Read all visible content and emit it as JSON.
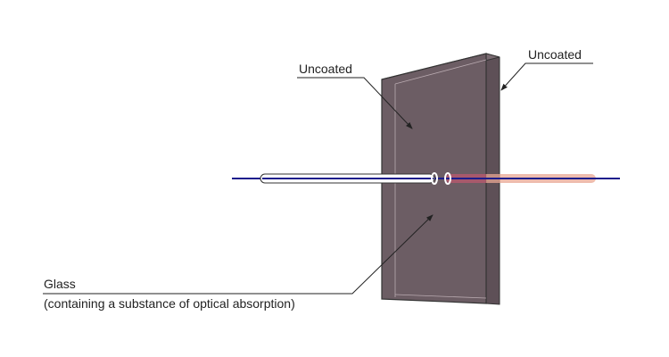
{
  "labels": {
    "uncoated_front": "Uncoated",
    "uncoated_side": "Uncoated",
    "glass_title": "Glass",
    "glass_note": "(containing a substance of optical absorption)"
  },
  "colors": {
    "glass_face": "#6c5d64",
    "glass_side": "#5e5057",
    "beam": "#1c1c8c",
    "absorbed_beam": "#e8a593"
  }
}
